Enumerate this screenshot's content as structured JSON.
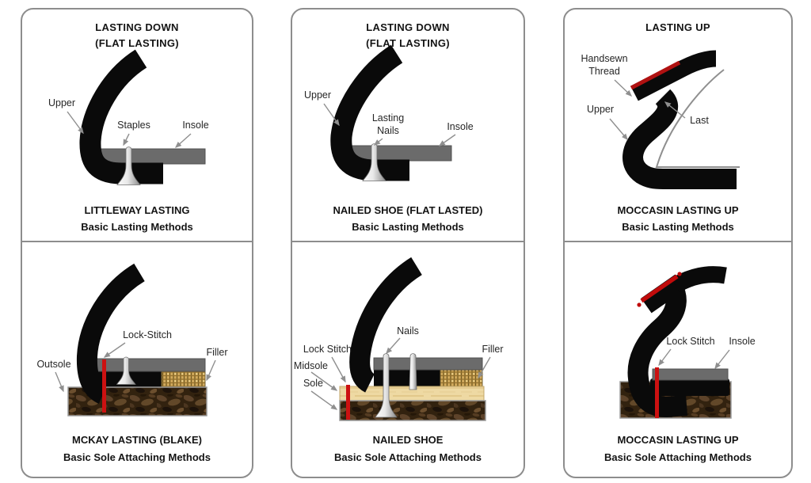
{
  "page": {
    "background": "#ffffff"
  },
  "colors": {
    "panel_border": "#8d8d8d",
    "upper_black": "#0a0a0a",
    "insole_gray": "#6b6b6b",
    "stitch_red": "#cc1111",
    "thread_red": "#b01111",
    "filler_tan": "#d2aa5d",
    "midsole_wheat": "#eed9a3",
    "sole_brown": "#32220f",
    "arrow_gray": "#8f8f8f"
  },
  "panels": [
    {
      "title1": "LASTING DOWN",
      "title2": "(FLAT LASTING)",
      "caption1": "LITTLEWAY LASTING",
      "caption2": "Basic Lasting Methods",
      "labels": {
        "upper": "Upper",
        "staples": "Staples",
        "insole": "Insole"
      }
    },
    {
      "title1": "LASTING DOWN",
      "title2": "(FLAT LASTING)",
      "caption1": "NAILED SHOE (FLAT LASTED)",
      "caption2": "Basic Lasting Methods",
      "labels": {
        "upper": "Upper",
        "nails1": "Lasting",
        "nails2": "Nails",
        "insole": "Insole"
      }
    },
    {
      "title1": "LASTING UP",
      "caption1": "MOCCASIN LASTING UP",
      "caption2": "Basic Lasting Methods",
      "labels": {
        "thread1": "Handsewn",
        "thread2": "Thread",
        "upper": "Upper",
        "last": "Last"
      }
    },
    {
      "caption1": "MCKAY LASTING (BLAKE)",
      "caption2": "Basic Sole Attaching Methods",
      "labels": {
        "lockstitch": "Lock-Stitch",
        "outsole": "Outsole",
        "filler": "Filler"
      }
    },
    {
      "caption1": "NAILED SHOE",
      "caption2": "Basic Sole Attaching Methods",
      "labels": {
        "nails": "Nails",
        "lockstitch": "Lock Stitch",
        "midsole": "Midsole",
        "sole": "Sole",
        "filler": "Filler"
      }
    },
    {
      "caption1": "MOCCASIN LASTING UP",
      "caption2": "Basic Sole Attaching Methods",
      "labels": {
        "lockstitch": "Lock Stitch",
        "insole": "Insole"
      }
    }
  ]
}
